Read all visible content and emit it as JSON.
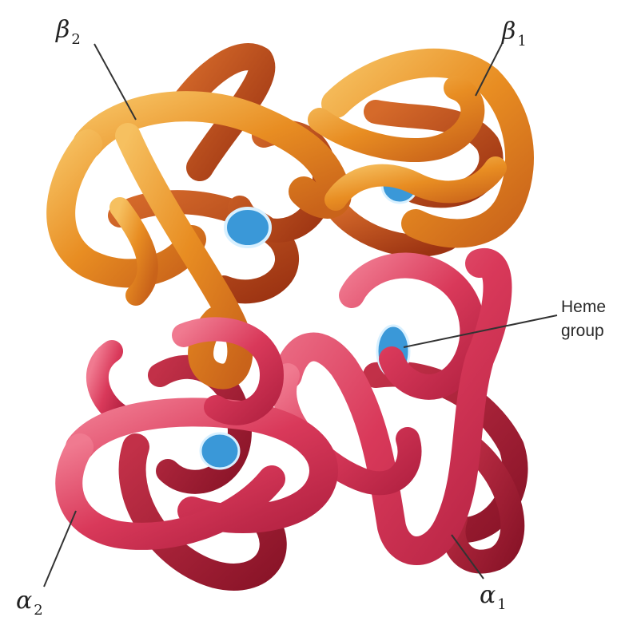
{
  "labels": {
    "beta2": {
      "symbol": "β",
      "subscript": "2"
    },
    "beta1": {
      "symbol": "β",
      "subscript": "1"
    },
    "alpha2": {
      "symbol": "α",
      "subscript": "2"
    },
    "alpha1": {
      "symbol": "α",
      "subscript": "1"
    },
    "heme": {
      "line1": "Heme",
      "line2": "group"
    }
  },
  "colors": {
    "beta_chain": "#e8901f",
    "beta_chain_dark": "#b8461a",
    "alpha_chain": "#d83a55",
    "alpha_chain_dark": "#a81c35",
    "heme": "#3a98d8",
    "leader_line": "#333333"
  }
}
